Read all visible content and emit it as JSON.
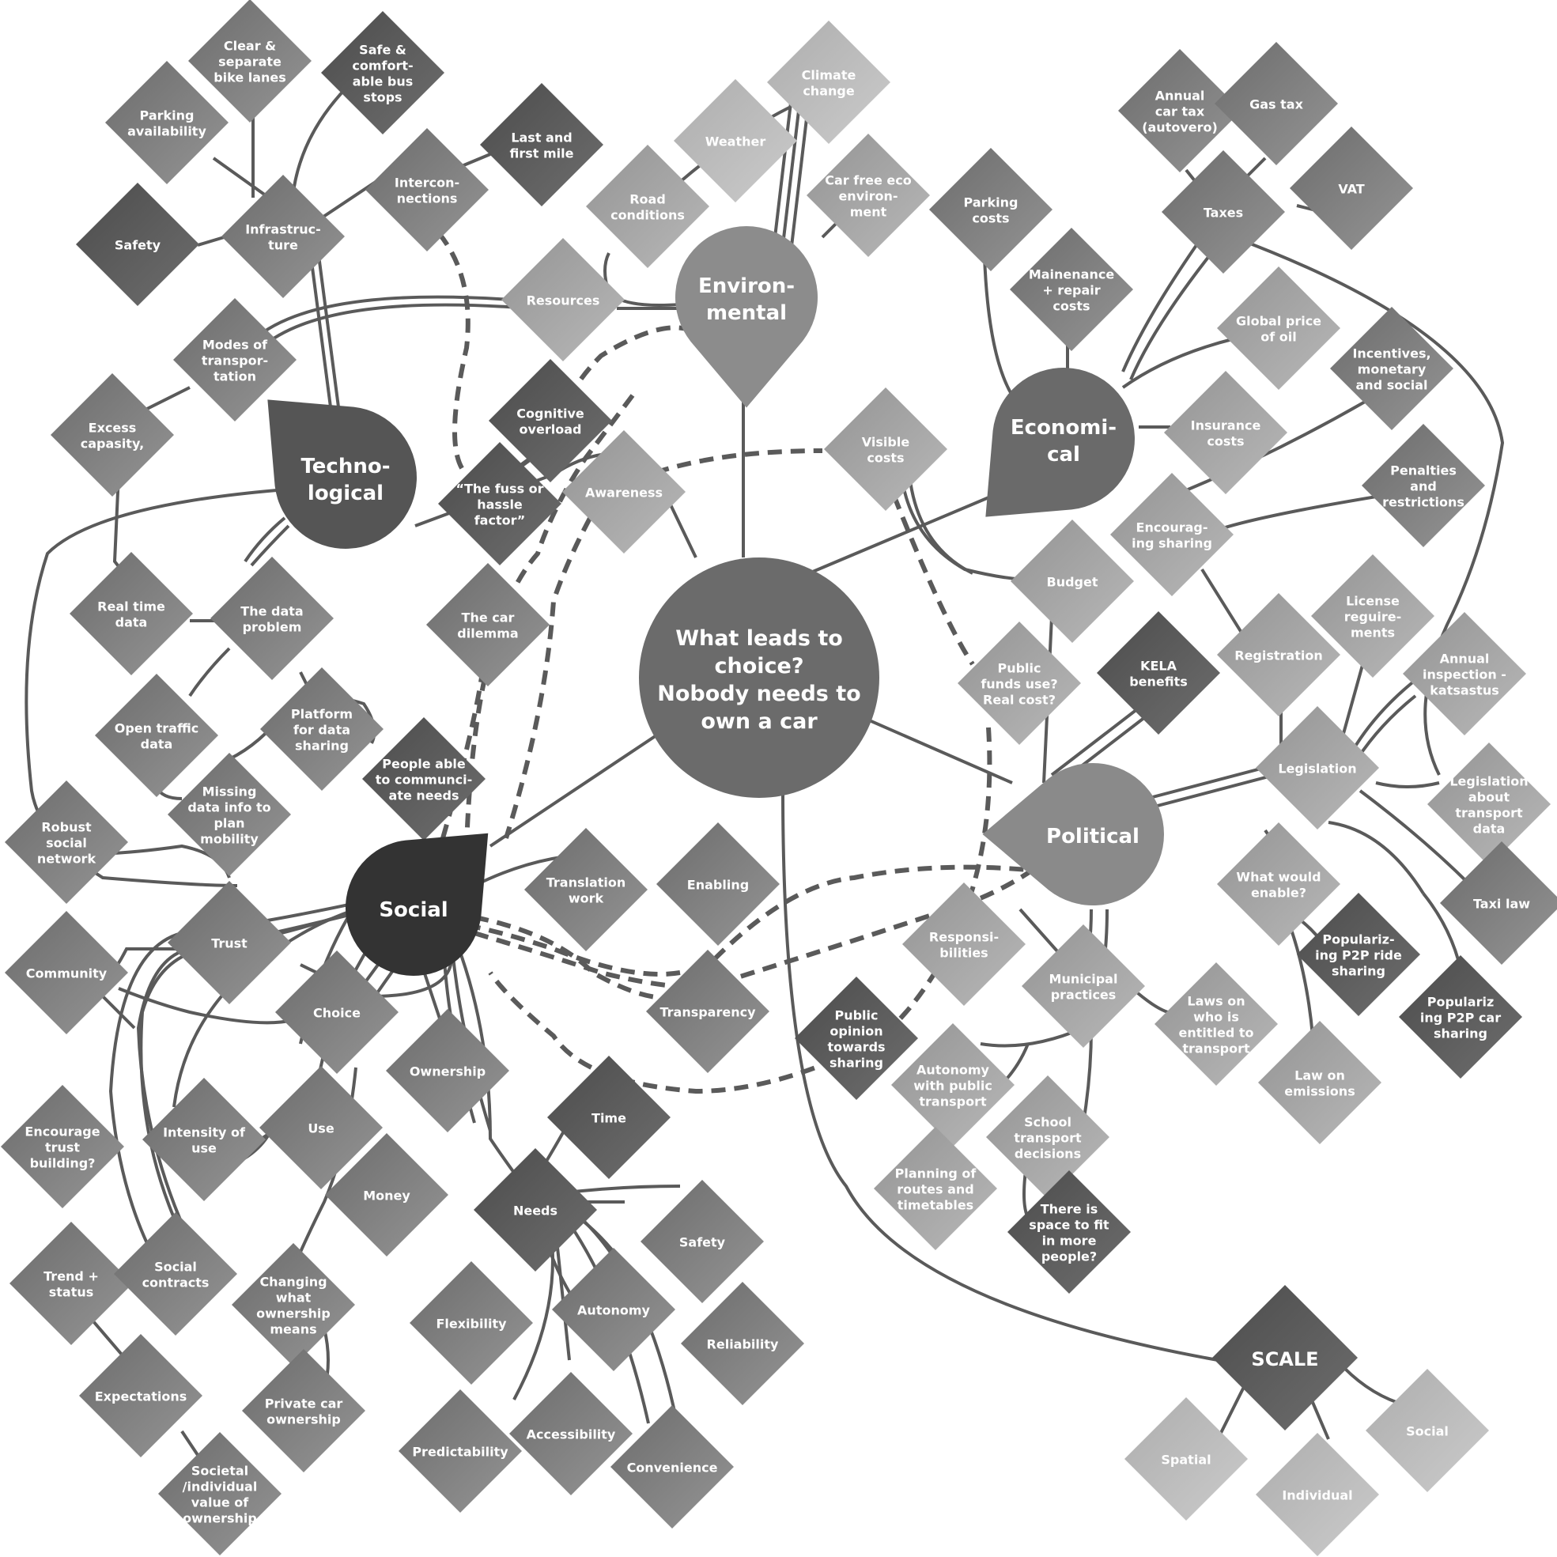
{
  "center": {
    "label": "What leads to choice? Nobody needs to own a car",
    "lines": [
      "What leads to",
      "choice?",
      "Nobody needs to",
      "own a car"
    ]
  },
  "hubs": {
    "technological": {
      "lines": [
        "Techno-",
        "logical"
      ]
    },
    "environmental": {
      "lines": [
        "Environ-",
        "mental"
      ]
    },
    "economical": {
      "lines": [
        "Economi-",
        "cal"
      ]
    },
    "political": {
      "lines": [
        "Political"
      ]
    },
    "social": {
      "lines": [
        "Social"
      ]
    },
    "scale": {
      "lines": [
        "SCALE"
      ]
    }
  },
  "nodes": {
    "clear_bike_lanes": [
      "Clear &",
      "separate",
      "bike lanes"
    ],
    "safe_bus_stops": [
      "Safe &",
      "comfort-",
      "able bus",
      "stops"
    ],
    "parking_availability": [
      "Parking",
      "availability"
    ],
    "last_first_mile": [
      "Last and",
      "first mile"
    ],
    "interconnections": [
      "Intercon-",
      "nections"
    ],
    "infrastructure": [
      "Infrastruc-",
      "ture"
    ],
    "safety_tech": [
      "Safety"
    ],
    "climate_change": [
      "Climate",
      "change"
    ],
    "weather": [
      "Weather"
    ],
    "car_free_eco": [
      "Car free eco",
      "environ-",
      "ment"
    ],
    "road_conditions": [
      "Road",
      "conditions"
    ],
    "resources": [
      "Resources"
    ],
    "modes_transport": [
      "Modes of",
      "transpor-",
      "tation"
    ],
    "excess_capacity": [
      "Excess",
      "capasity,"
    ],
    "cognitive_overload": [
      "Cognitive",
      "overload"
    ],
    "fuss_factor": [
      "“The fuss or",
      "hassle",
      "factor”"
    ],
    "awareness": [
      "Awareness"
    ],
    "annual_car_tax": [
      "Annual",
      "car tax",
      "(autovero)"
    ],
    "gas_tax": [
      "Gas tax"
    ],
    "vat": [
      "VAT"
    ],
    "taxes": [
      "Taxes"
    ],
    "parking_costs": [
      "Parking",
      "costs"
    ],
    "maintenance_costs": [
      "Mainenance",
      "+ repair",
      "costs"
    ],
    "global_oil": [
      "Global price",
      "of oil"
    ],
    "incentives": [
      "Incentives,",
      "monetary",
      "and social"
    ],
    "insurance_costs": [
      "Insurance",
      "costs"
    ],
    "visible_costs": [
      "Visible",
      "costs"
    ],
    "penalties": [
      "Penalties",
      "and",
      "restrictions"
    ],
    "encouraging_sharing": [
      "Encourag-",
      "ing sharing"
    ],
    "budget": [
      "Budget"
    ],
    "license_requirements": [
      "License",
      "reguire-",
      "ments"
    ],
    "registration": [
      "Registration"
    ],
    "kela_benefits": [
      "KELA",
      "benefits"
    ],
    "public_funds": [
      "Public",
      "funds use?",
      "Real cost?"
    ],
    "annual_inspection": [
      "Annual",
      "inspection -",
      "katsastus"
    ],
    "legislation": [
      "Legislation"
    ],
    "legislation_transport_data": [
      "Legislation",
      "about",
      "transport",
      "data"
    ],
    "what_would_enable": [
      "What would",
      "enable?"
    ],
    "taxi_law": [
      "Taxi law"
    ],
    "popularizing_p2p_ride": [
      "Populariz-",
      "ing P2P ride",
      "sharing"
    ],
    "popularizing_p2p_car": [
      "Populariz",
      "ing P2P car",
      "sharing"
    ],
    "law_emissions": [
      "Law on",
      "emissions"
    ],
    "real_time_data": [
      "Real time",
      "data"
    ],
    "data_problem": [
      "The data",
      "problem"
    ],
    "car_dilemma": [
      "The car",
      "dilemma"
    ],
    "open_traffic_data": [
      "Open traffic",
      "data"
    ],
    "platform_data_sharing": [
      "Platform",
      "for data",
      "sharing"
    ],
    "people_communicate": [
      "People able",
      "to communci-",
      "ate needs"
    ],
    "missing_data_info": [
      "Missing",
      "data info to",
      "plan",
      "mobility"
    ],
    "robust_social_network": [
      "Robust",
      "social",
      "network"
    ],
    "community": [
      "Community"
    ],
    "trust": [
      "Trust"
    ],
    "translation_work": [
      "Translation",
      "work"
    ],
    "enabling": [
      "Enabling"
    ],
    "transparency": [
      "Transparency"
    ],
    "choice": [
      "Choice"
    ],
    "ownership": [
      "Ownership"
    ],
    "responsibilities": [
      "Responsi-",
      "bilities"
    ],
    "municipal_practices": [
      "Municipal",
      "practices"
    ],
    "laws_entitled": [
      "Laws on",
      "who is",
      "entitled to",
      "transport"
    ],
    "public_opinion": [
      "Public",
      "opinion",
      "towards",
      "sharing"
    ],
    "autonomy_public": [
      "Autonomy",
      "with public",
      "transport"
    ],
    "school_transport": [
      "School",
      "transport",
      "decisions"
    ],
    "planning_routes": [
      "Planning of",
      "routes and",
      "timetables"
    ],
    "space_people": [
      "There is",
      "space to fit",
      "in more",
      "people?"
    ],
    "encourage_trust": [
      "Encourage",
      "trust",
      "building?"
    ],
    "intensity_use": [
      "Intensity of",
      "use"
    ],
    "use": [
      "Use"
    ],
    "time": [
      "Time"
    ],
    "money": [
      "Money"
    ],
    "needs": [
      "Needs"
    ],
    "safety_social": [
      "Safety"
    ],
    "trend_status": [
      "Trend +",
      "status"
    ],
    "social_contracts": [
      "Social",
      "contracts"
    ],
    "changing_ownership": [
      "Changing",
      "what",
      "ownership",
      "means"
    ],
    "flexibility": [
      "Flexibility"
    ],
    "autonomy": [
      "Autonomy"
    ],
    "reliability": [
      "Reliability"
    ],
    "expectations": [
      "Expectations"
    ],
    "private_car_ownership": [
      "Private car",
      "ownership"
    ],
    "predictability": [
      "Predictability"
    ],
    "accessibility": [
      "Accessibility"
    ],
    "convenience": [
      "Convenience"
    ],
    "societal_value": [
      "Societal",
      "/individual",
      "value of",
      "ownership"
    ],
    "spatial": [
      "Spatial"
    ],
    "individual": [
      "Individual"
    ],
    "social_scale": [
      "Social"
    ]
  }
}
